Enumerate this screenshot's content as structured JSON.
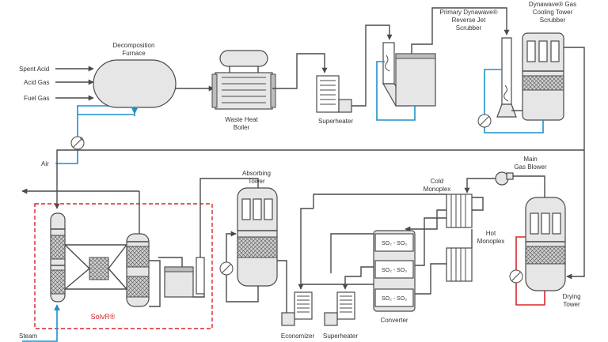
{
  "labels": {
    "decomposition_furnace_1": "Decomposition",
    "decomposition_furnace_2": "Furnace",
    "spent_acid": "Spent Acid",
    "acid_gas": "Acid Gas",
    "fuel_gas": "Fuel Gas",
    "air": "Air",
    "waste_heat_boiler_1": "Waste Heat",
    "waste_heat_boiler_2": "Boiler",
    "superheater_top": "Superheater",
    "primary_scrubber_1": "Primary Dynawave®",
    "primary_scrubber_2": "Reverse Jet",
    "primary_scrubber_3": "Scrubber",
    "cooling_tower_1": "Dynawave® Gas",
    "cooling_tower_2": "Cooling Tower",
    "cooling_tower_3": "Scrubber",
    "main_gas_blower_1": "Main",
    "main_gas_blower_2": "Gas Blower",
    "cold_monoplex_1": "Cold",
    "cold_monoplex_2": "Monoplex",
    "hot_monoplex_1": "Hot",
    "hot_monoplex_2": "Monoplex",
    "absorbing_tower_1": "Absorbing",
    "absorbing_tower_2": "Tower",
    "converter_bed_1": "SO₂ - SO₃",
    "converter_bed_2": "SO₂ - SO₃",
    "converter_bed_3": "SO₂ - SO₃",
    "converter": "Converter",
    "economizer": "Economizer",
    "superheater_bottom": "Superheater",
    "drying_tower_1": "Drying",
    "drying_tower_2": "Tower",
    "solvr": "SolvR®",
    "steam": "Steam"
  },
  "colors": {
    "process_line": "#4a4a4a",
    "water_line": "#1e90c8",
    "acid_line": "#d9262c",
    "solvr_boundary": "#d9262c",
    "vessel_fill": "#e6e6e6"
  }
}
